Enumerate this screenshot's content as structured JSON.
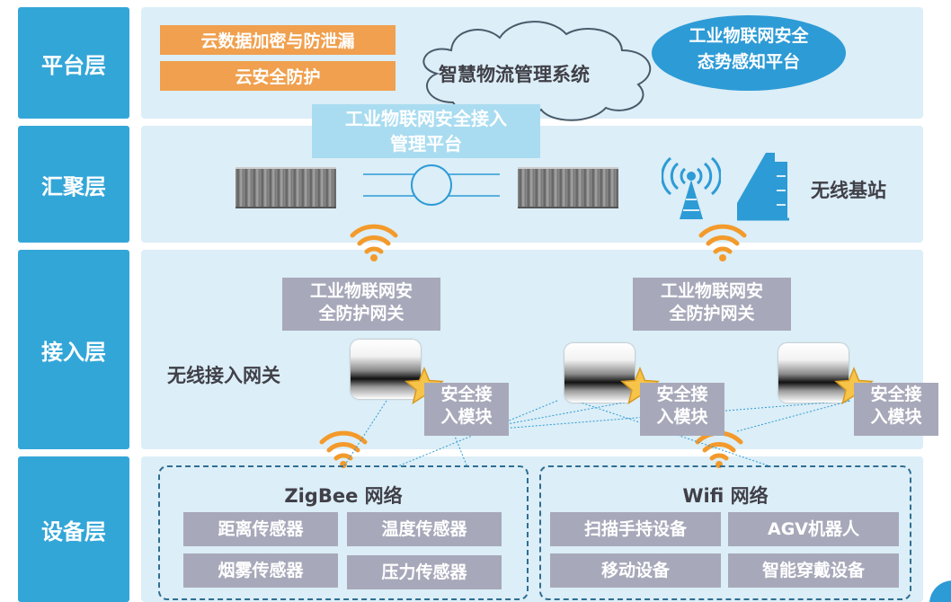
{
  "layers": {
    "platform": "平台层",
    "aggregation": "汇聚层",
    "access": "接入层",
    "device": "设备层"
  },
  "platform": {
    "cloud_encryption": "云数据加密与防泄漏",
    "cloud_security": "云安全防护",
    "logistics_system": "智慧物流管理系统",
    "situation_line1": "工业物联网安全",
    "situation_line2": "态势感知平台"
  },
  "aggregation": {
    "mgmt_line1": "工业物联网安全接入",
    "mgmt_line2": "管理平台",
    "base_station": "无线基站"
  },
  "access": {
    "gateway1_line1": "工业物联网安",
    "gateway1_line2": "全防护网关",
    "gateway2_line1": "工业物联网安",
    "gateway2_line2": "全防护网关",
    "wireless_gateway": "无线接入网关",
    "module_line1": "安全接",
    "module_line2": "入模块"
  },
  "device": {
    "zigbee_title": "ZigBee 网络",
    "wifi_title": "Wifi 网络",
    "zigbee_items": [
      "距离传感器",
      "温度传感器",
      "烟雾传感器",
      "压力传感器"
    ],
    "wifi_items": [
      "扫描手持设备",
      "AGV机器人",
      "移动设备",
      "智能穿戴设备"
    ]
  },
  "colors": {
    "layer_label": "#33a6d8",
    "band": "#dceef7",
    "orange": "#f0a04e",
    "gray_box": "#a7a9ba",
    "wifi_icon": "#f39a2b",
    "tower_icon": "#2d9bd6"
  }
}
